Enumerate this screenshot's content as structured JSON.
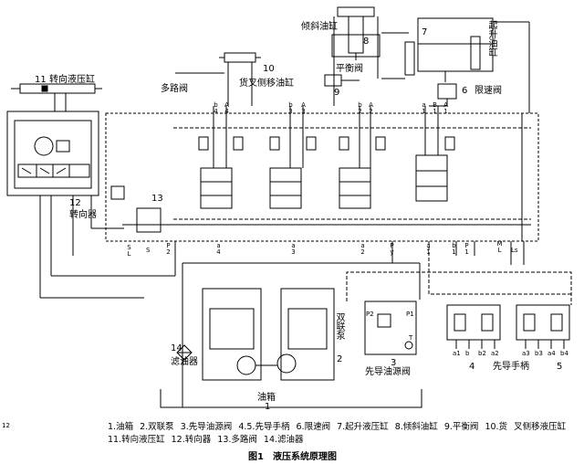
{
  "labels": {
    "steer_cyl_num": "11",
    "steer_cyl": "转向液压缸",
    "steer_unit_num": "12",
    "steer_unit": "转向器",
    "multiway_valve": "多路阀",
    "sideshift_num": "10",
    "sideshift": "货叉侧移油缸",
    "tilt_cyl": "倾斜油缸",
    "tilt_num": "8",
    "balance_valve": "平衡阀",
    "balance_num": "9",
    "lift_num": "7",
    "lift_cyl": "起升油缸",
    "speed_num": "6",
    "speed_valve": "限速阀",
    "pump_num": "2",
    "pump": "双联泵",
    "filter_num": "14",
    "filter": "滤油器",
    "tank": "油箱",
    "tank_num": "1",
    "pilot_valve_num": "3",
    "pilot_valve": "先导油源阀",
    "handle4": "4",
    "handle5": "5",
    "pilot_handle": "先导手柄",
    "num13": "13",
    "port_b4": "b4",
    "port_a4": "A4",
    "port_b3": "b3",
    "port_a3": "A3",
    "port_b2": "b2",
    "port_a2": "A2",
    "port_a1": "a1",
    "port_B1": "B1",
    "port_A1": "A1",
    "port_s": "S",
    "port_p2": "P2",
    "port_p1": "P1",
    "port_py": "Py",
    "port_ls": "Ls",
    "port_sl": "SL",
    "port_ml": "ML",
    "port_pilot_a4": "a4",
    "port_pilot_a3": "a3",
    "port_pilot_a2": "a2",
    "port_pilot_a1": "a1",
    "port_pilot_b1": "b1",
    "handle_ports_left": [
      "a1",
      "b",
      "b2",
      "a2"
    ],
    "handle_ports_right": [
      "a3",
      "b3",
      "a4",
      "b4"
    ],
    "pv_p2": "P2",
    "pv_p1": "P1",
    "pv_t": "T"
  },
  "legend": [
    "1.油箱",
    "2.双联泵",
    "3.先导油源阀",
    "4.5.先导手柄",
    "6.限速阀",
    "7.起升液压缸",
    "8.倾斜油缸",
    "9.平衡阀",
    "10.货",
    "叉侧移液压缸",
    "11.转向液压缸",
    "12.转向器",
    "13.多路阀",
    "14.滤油器"
  ],
  "caption": "图1　液压系统原理图",
  "margin_text": "12"
}
